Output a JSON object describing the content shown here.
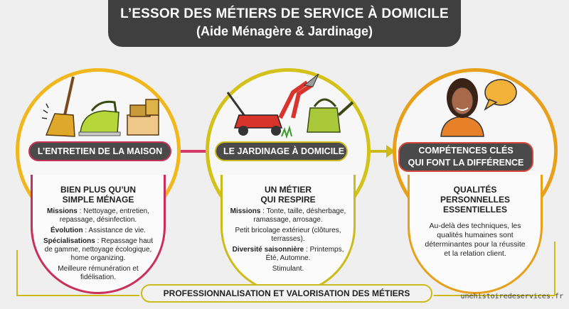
{
  "title": {
    "line1": "L’ESSOR DES MÉTIERS DE SERVICE À DOMICILE",
    "line2": "(Aide Ménagère & Jardinage)"
  },
  "steps": [
    {
      "pill": "L’ENTRETIEN DE LA MAISON",
      "heading": "BIEN PLUS QU’UN\nSIMPLE MÉNAGE",
      "items": [
        {
          "label": "Missions",
          "text": " : Nettoyage, entretien, repassage, désinfection."
        },
        {
          "label": "Évolution",
          "text": " : Assistance de vie."
        },
        {
          "label": "Spécialisations",
          "text": " : Repassage haut de gamme, nettoyage écologique, home organizing."
        },
        {
          "label": "",
          "text": "Meilleure rémunération et fidélisation."
        }
      ]
    },
    {
      "pill": "LE JARDINAGE À DOMICILE",
      "heading": "UN MÉTIER\nQUI RESPIRE",
      "items": [
        {
          "label": "Missions",
          "text": " : Tonte, taille, désherbage, ramassage, arrosage."
        },
        {
          "label": "",
          "text": "Petit bricolage extérieur (clôtures, terrasses)."
        },
        {
          "label": "Diversité saisonnière",
          "text": " : Printemps, Été, Automne."
        },
        {
          "label": "",
          "text": "Stimulant."
        }
      ]
    },
    {
      "pill": "COMPÉTENCES CLÉS\nQUI FONT LA DIFFÉRENCE",
      "heading": "QUALITÉS\nPERSONNELLES\nESSENTIELLES",
      "items": [
        {
          "label": "",
          "text": "Au-delà des techniques, les qualités humaines sont déterminantes pour la réussite et la relation client."
        }
      ]
    }
  ],
  "footer": "PROFESSIONNALISATION ET VALORISATION DES MÉTIERS",
  "watermark": "unehistoiredeservices.fr",
  "colors": {
    "dark": "#3f3f3f",
    "magenta": "#c8305a",
    "olive": "#cdbb1b",
    "orange": "#e8a01a"
  },
  "icons": [
    "broom-icon",
    "iron-icon",
    "boxes-icon",
    "lawnmower-icon",
    "pruning-shears-icon",
    "watering-can-icon",
    "worker-avatar-icon",
    "speech-bubble-icon",
    "arrow-right-icon"
  ]
}
